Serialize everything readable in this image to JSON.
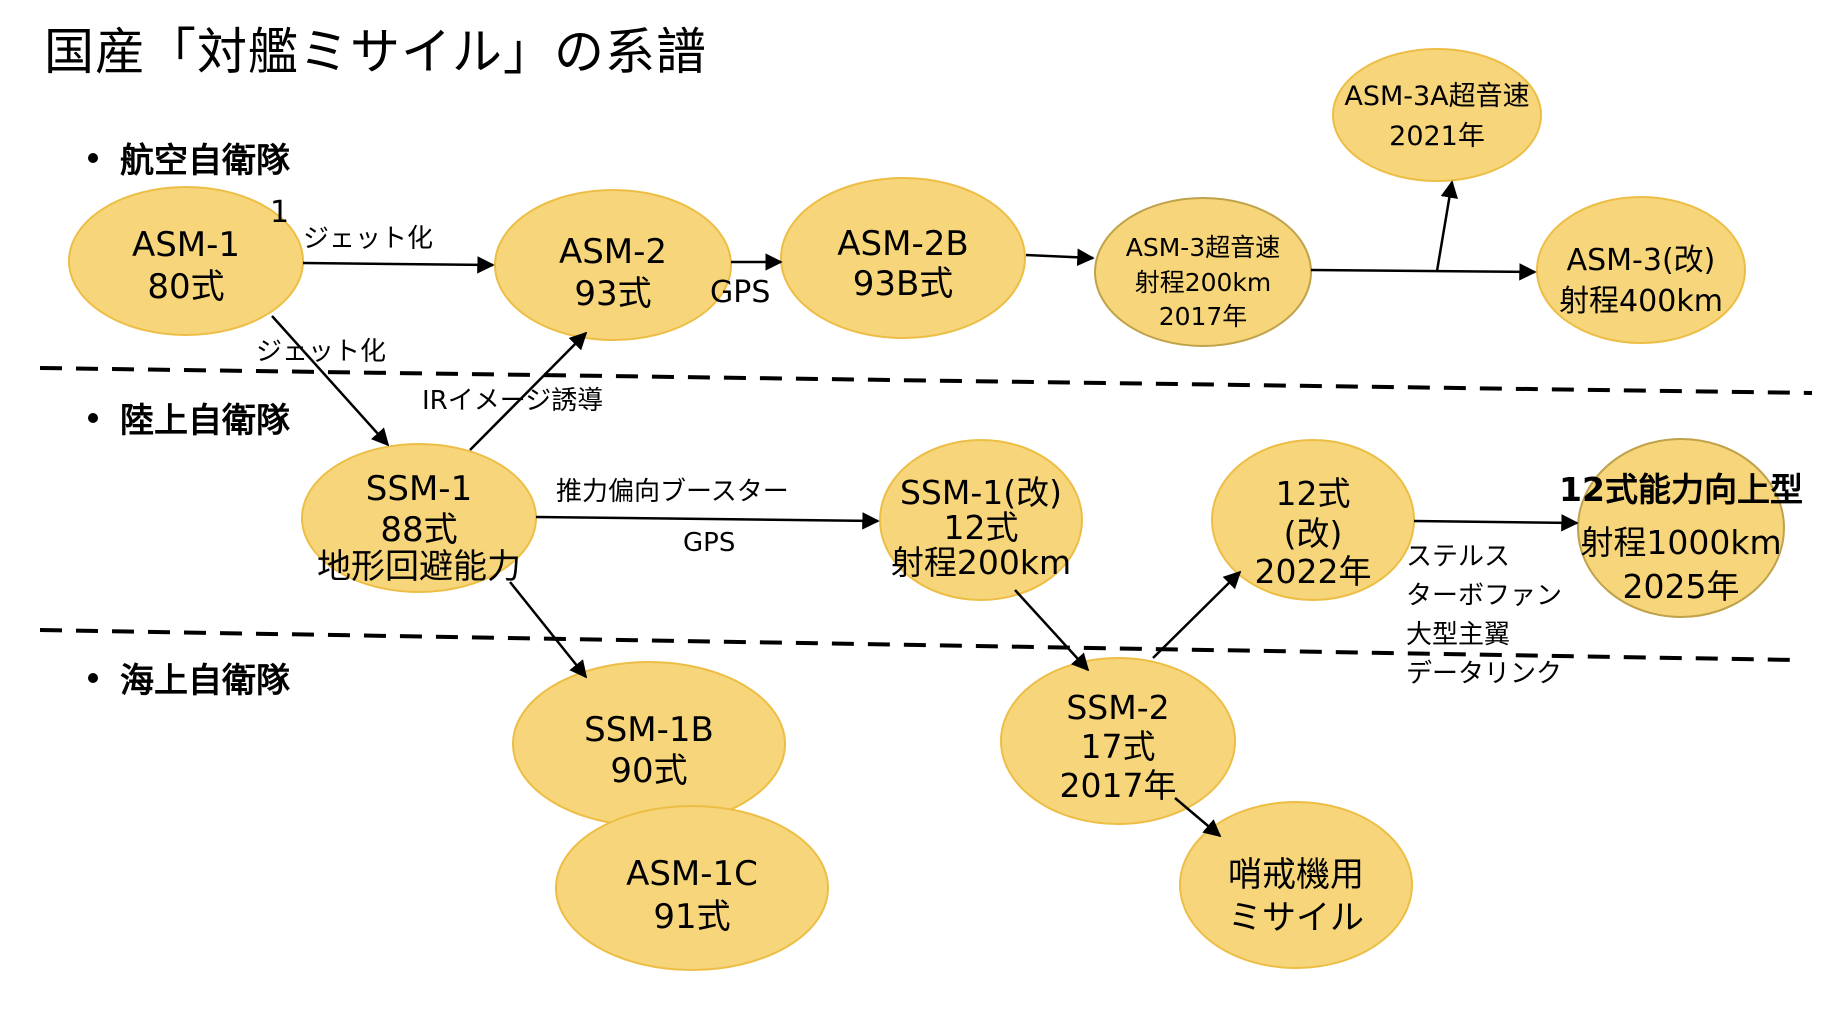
{
  "title": "国産「対艦ミサイル」の系譜",
  "sections": [
    {
      "label": "航空自衛隊"
    },
    {
      "label": "陸上自衛隊"
    },
    {
      "label": "海上自衛隊"
    }
  ],
  "colors": {
    "node_fill": "#F7D57A",
    "node_border": "#EDBE46",
    "node_border_dark": "#BFA24A",
    "line": "#000000"
  },
  "nodes": [
    {
      "id": "asm1",
      "lines": [
        "ASM-1",
        "80式"
      ]
    },
    {
      "id": "asm2",
      "lines": [
        "ASM-2",
        "93式"
      ]
    },
    {
      "id": "asm2b",
      "lines": [
        "ASM-2B",
        "93B式"
      ]
    },
    {
      "id": "asm3",
      "lines": [
        "ASM-3超音速",
        "射程200km",
        "2017年"
      ]
    },
    {
      "id": "asm3a",
      "lines": [
        "ASM-3A超音速",
        "2021年"
      ]
    },
    {
      "id": "asm3kai",
      "lines": [
        "ASM-3(改)",
        "射程400km"
      ]
    },
    {
      "id": "ssm1",
      "lines": [
        "SSM-1",
        "88式",
        "地形回避能力"
      ]
    },
    {
      "id": "ssm1kai",
      "lines": [
        "SSM-1(改)",
        "12式",
        "射程200km"
      ]
    },
    {
      "id": "type12kai",
      "lines": [
        "12式",
        "(改)",
        "2022年"
      ]
    },
    {
      "id": "type12up",
      "lines": [
        "12式能力向上型",
        "射程1000km",
        "2025年"
      ]
    },
    {
      "id": "ssm1b",
      "lines": [
        "SSM-1B",
        "90式"
      ]
    },
    {
      "id": "asm1c",
      "lines": [
        "ASM-1C",
        "91式"
      ]
    },
    {
      "id": "ssm2",
      "lines": [
        "SSM-2",
        "17式",
        "2017年"
      ]
    },
    {
      "id": "patrol",
      "lines": [
        "哨戒機用",
        "ミサイル"
      ]
    }
  ],
  "edges": [
    {
      "from": "asm1",
      "to": "asm2",
      "label": "ジェット化"
    },
    {
      "from": "asm1",
      "to": "ssm1",
      "label": "ジェット化"
    },
    {
      "from": "ssm1",
      "to": "asm2",
      "label": "IRイメージ誘導"
    },
    {
      "from": "asm2",
      "to": "asm2b",
      "label": "GPS"
    },
    {
      "from": "asm2b",
      "to": "asm3",
      "label": ""
    },
    {
      "from": "asm3",
      "to": "asm3kai",
      "label": ""
    },
    {
      "from": "asm3",
      "to": "asm3a",
      "label": ""
    },
    {
      "from": "ssm1",
      "to": "ssm1kai",
      "label": "推力偏向ブースター / GPS"
    },
    {
      "from": "ssm1",
      "to": "ssm1b",
      "label": ""
    },
    {
      "from": "ssm1kai",
      "to": "ssm2",
      "label": ""
    },
    {
      "from": "ssm2",
      "to": "type12kai",
      "label": ""
    },
    {
      "from": "ssm2",
      "to": "patrol",
      "label": ""
    },
    {
      "from": "type12kai",
      "to": "type12up",
      "label": "ステルス / ターボファン / 大型主翼 / データリンク"
    }
  ],
  "labels": {
    "jet1": "ジェット化",
    "jet2": "ジェット化",
    "ir": "IRイメージ誘導",
    "gps1": "GPS",
    "thrust": "推力偏向ブースター",
    "gps2": "GPS",
    "upgrade": [
      "ステルス",
      "ターボファン",
      "大型主翼",
      "データリンク"
    ],
    "stray1": "1"
  }
}
